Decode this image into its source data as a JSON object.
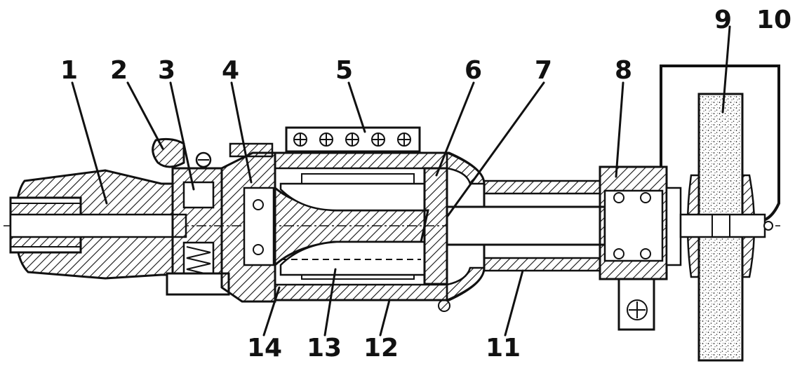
{
  "diagram": {
    "callouts": [
      {
        "id": "1",
        "label": "1"
      },
      {
        "id": "2",
        "label": "2"
      },
      {
        "id": "3",
        "label": "3"
      },
      {
        "id": "4",
        "label": "4"
      },
      {
        "id": "5",
        "label": "5"
      },
      {
        "id": "6",
        "label": "6"
      },
      {
        "id": "7",
        "label": "7"
      },
      {
        "id": "8",
        "label": "8"
      },
      {
        "id": "9",
        "label": "9"
      },
      {
        "id": "10",
        "label": "10"
      },
      {
        "id": "11",
        "label": "11"
      },
      {
        "id": "12",
        "label": "12"
      },
      {
        "id": "13",
        "label": "13"
      },
      {
        "id": "14",
        "label": "14"
      }
    ],
    "colors": {
      "ink": "#111111",
      "paper": "#ffffff"
    }
  }
}
